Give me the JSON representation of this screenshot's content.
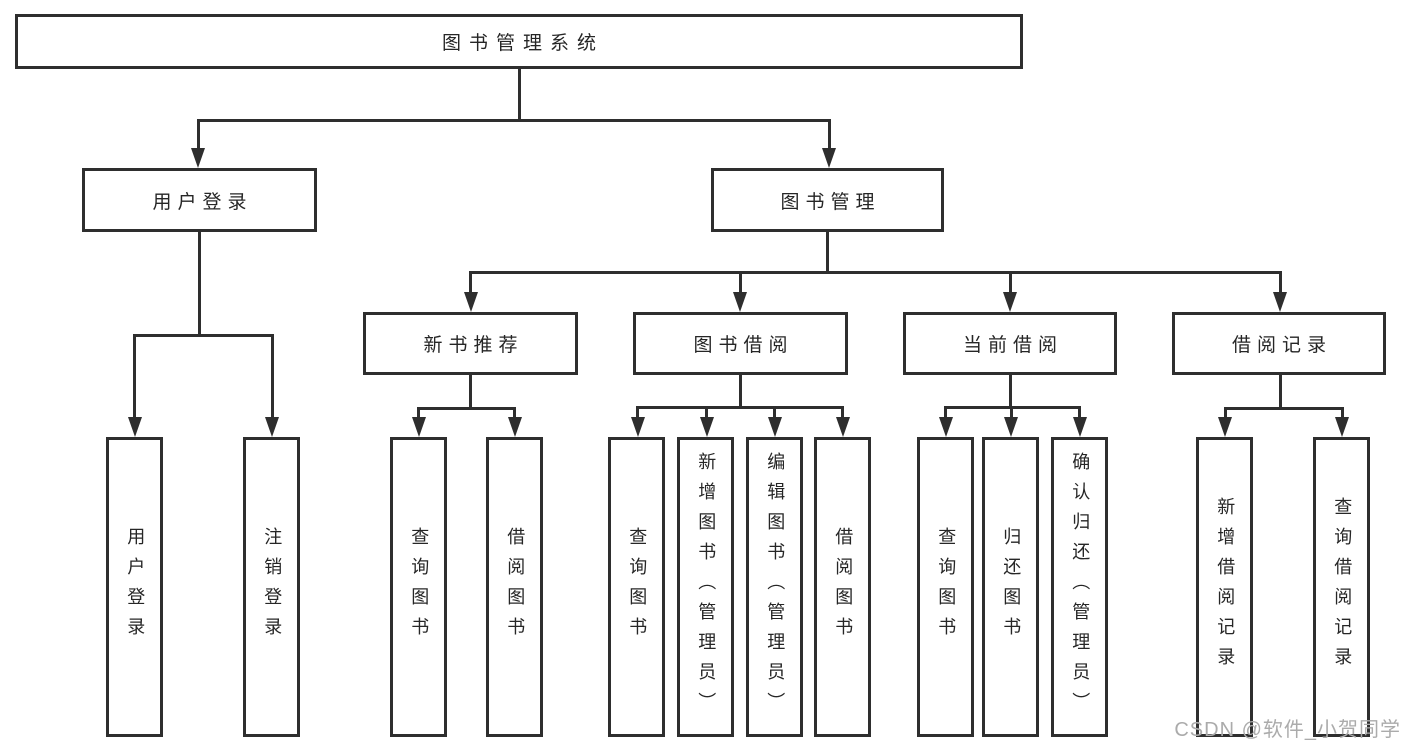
{
  "diagram": {
    "root": "图书管理系统",
    "nodes": {
      "user_login": "用户登录",
      "book_management": "图书管理",
      "new_book_recommend": "新书推荐",
      "book_borrow": "图书借阅",
      "current_borrow": "当前借阅",
      "borrow_records": "借阅记录"
    },
    "leaves": {
      "user_login": [
        "用户登录",
        "注销登录"
      ],
      "new_book_recommend": [
        "查询图书",
        "借阅图书"
      ],
      "book_borrow": [
        "查询图书",
        "新增图书（管理员）",
        "编辑图书（管理员）",
        "借阅图书"
      ],
      "current_borrow": [
        "查询图书",
        "归还图书",
        "确认归还（管理员）"
      ],
      "borrow_records": [
        "新增借阅记录",
        "查询借阅记录"
      ]
    },
    "watermark": "CSDN @软件_小贺同学",
    "colors": {
      "line": "#2e2e2e",
      "text": "#262626",
      "background": "#ffffff",
      "watermark": "#ababab"
    }
  }
}
